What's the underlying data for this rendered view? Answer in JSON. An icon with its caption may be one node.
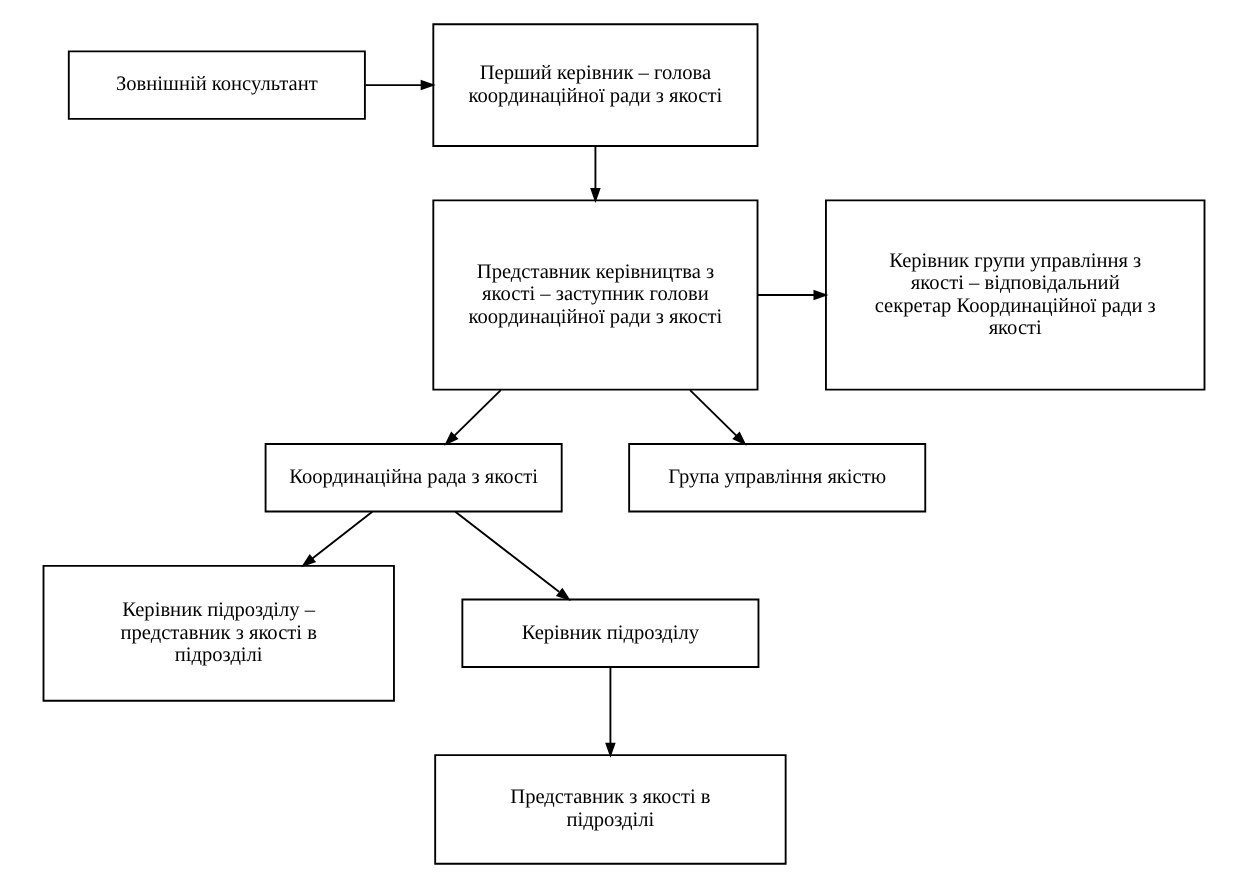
{
  "diagram": {
    "nodes": [
      {
        "text": [
          "Перший керівник – голова координаційної ради з якості"
        ]
      },
      {
        "text": [
          "Зовнішній консультант"
        ]
      },
      {
        "text": [
          "Представник керівництва з якості – заступник голови координаційної ради з якості"
        ]
      },
      {
        "text": [
          "Керівник групи управління з якості – відповідальний секретар Координаційної ради з якості"
        ]
      },
      {
        "text": [
          "Координаційна рада з якості"
        ]
      },
      {
        "text": [
          "Група управління якістю"
        ]
      },
      {
        "text": [
          "Керівник підрозділу – представник з якості в підрозділі"
        ]
      },
      {
        "text": [
          "Керівник підрозділу"
        ]
      },
      {
        "text": [
          "Представник з якості в підрозділі"
        ]
      }
    ],
    "edges": [
      {
        "from": 1,
        "to": 0,
        "arrow": "to"
      },
      {
        "from": 0,
        "to": 2,
        "arrow": "to"
      },
      {
        "from": 2,
        "to": 3,
        "arrow": "to"
      },
      {
        "from": 2,
        "to": 5,
        "arrow": "to"
      },
      {
        "from": 2,
        "to": 4,
        "arrow": "to"
      },
      {
        "from": 4,
        "to": 6,
        "arrow": "to"
      },
      {
        "from": 4,
        "to": 7,
        "arrow": "to"
      },
      {
        "from": 7,
        "to": 8,
        "arrow": "to"
      }
    ]
  }
}
